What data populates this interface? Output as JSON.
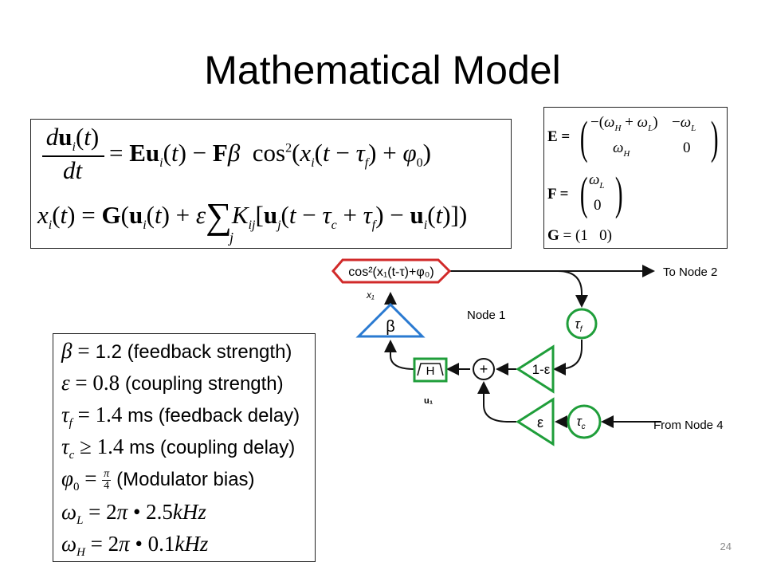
{
  "slide": {
    "title": "Mathematical Model",
    "page_number": "24"
  },
  "equations_box": {
    "eq1_lhs_num": "du",
    "eq1_lhs_den": "dt",
    "eq1_rhs": "= Eu_i(t) − Fβ cos²(x_i(t − τ_f) + φ₀)",
    "eq2": "x_i(t) = G(u_i(t) + ε Σ_j K_ij[u_j(t − τ_c + τ_f) − u_i(t)])"
  },
  "matrix_box": {
    "E_label": "E =",
    "E_row1": [
      "−(ω_H + ω_L)",
      "−ω_L"
    ],
    "E_row2": [
      "ω_H",
      "0"
    ],
    "F_label": "F =",
    "F_col": [
      "ω_L",
      "0"
    ],
    "G_label": "G = (1   0)"
  },
  "params_box": {
    "lines": [
      {
        "math": "β =",
        "text": "1.2 (feedback strength)"
      },
      {
        "math": "ε = 0.8",
        "text": "(coupling strength)"
      },
      {
        "math": "τ_f = 1.4",
        "text": "ms (feedback delay)"
      },
      {
        "math": "τ_c ≥ 1.4",
        "text": "ms (coupling delay)"
      },
      {
        "math": "φ₀ = π/4",
        "text": "(Modulator bias)"
      },
      {
        "math": "ω_L = 2π • 2.5kHz",
        "text": ""
      },
      {
        "math": "ω_H = 2π • 0.1kHz",
        "text": ""
      }
    ]
  },
  "diagram": {
    "modulator_label": "cos²(x₁(t-τ)+φ₀)",
    "to_node_label": "To Node 2",
    "from_node_label": "From Node 4",
    "node_label": "Node 1",
    "beta_label": "β",
    "x1_label": "x₁",
    "filter_label": "H",
    "u1_label": "u₁",
    "sum_label": "+",
    "one_minus_eps_label": "1-ε",
    "eps_label": "ε",
    "tau_f_label": "τf",
    "tau_c_label": "τc",
    "colors": {
      "modulator": "#d12a2a",
      "beta": "#2a7ad1",
      "green": "#1f9e3a",
      "wire": "#111111"
    }
  }
}
